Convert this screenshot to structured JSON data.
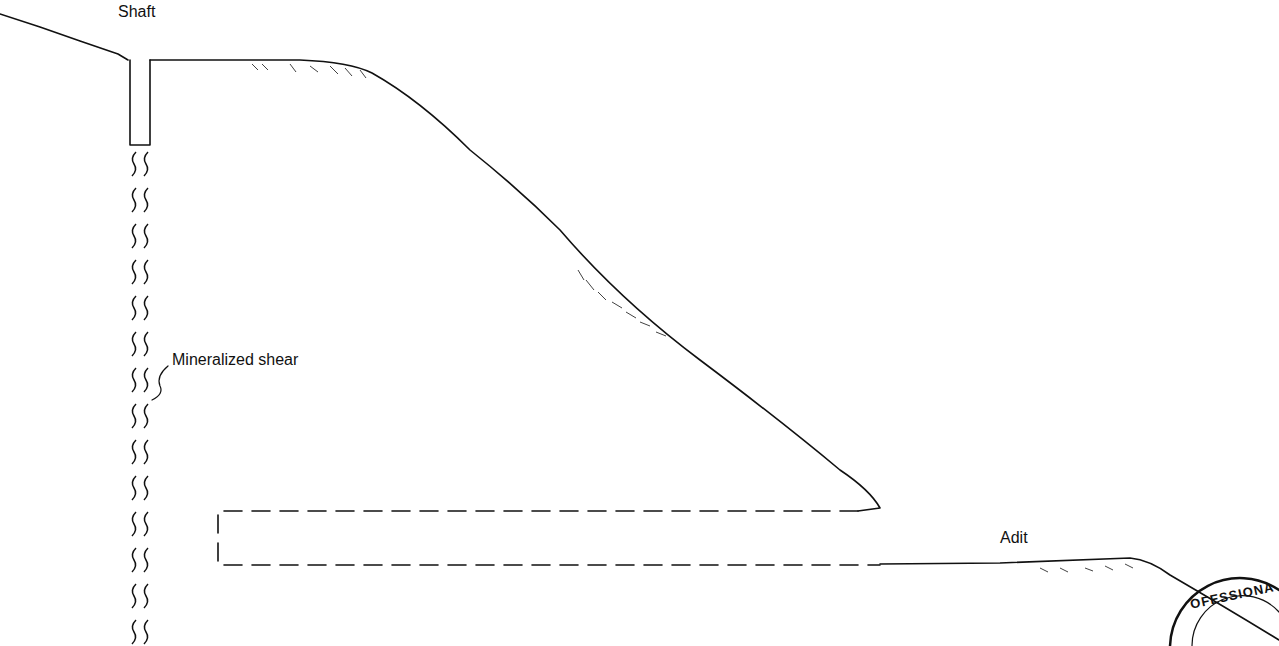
{
  "diagram": {
    "labels": [
      "Shaft",
      "Mineralized shear",
      "Adit",
      "OFESSIONA"
    ]
  }
}
